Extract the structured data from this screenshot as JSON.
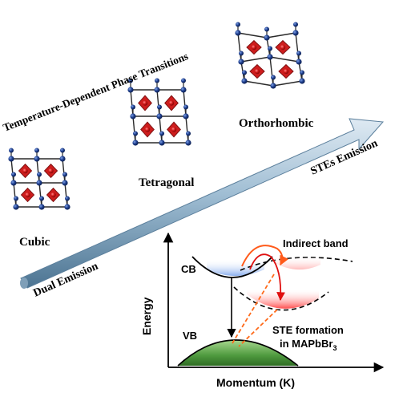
{
  "title": "Temperature-Dependent Phase Transitions",
  "phases": {
    "cubic": "Cubic",
    "tetragonal": "Tetragonal",
    "orthorhombic": "Orthorhombic"
  },
  "arrow": {
    "start_label": "Dual Emission",
    "end_label": "STEs Emission"
  },
  "band_diagram": {
    "y_axis": "Energy",
    "x_axis": "Momentum (K)",
    "cb": "CB",
    "vb": "VB",
    "indirect": "Indirect band",
    "ste_line1": "STE formation",
    "ste_line2_prefix": "in MAPbBr",
    "ste_line2_sub": "3"
  },
  "colors": {
    "octahedron": "#cc1111",
    "atom": "#1f3f8f",
    "bond": "#2a2a2a",
    "arrow_body": "#8fb0c8",
    "arrow_edge": "#4a6f8c",
    "cb_fill": "#8fb0ea",
    "vb_fill": "#4f9a3f",
    "ste_fill": "#ff5050",
    "transition": "#ff6a1a"
  }
}
